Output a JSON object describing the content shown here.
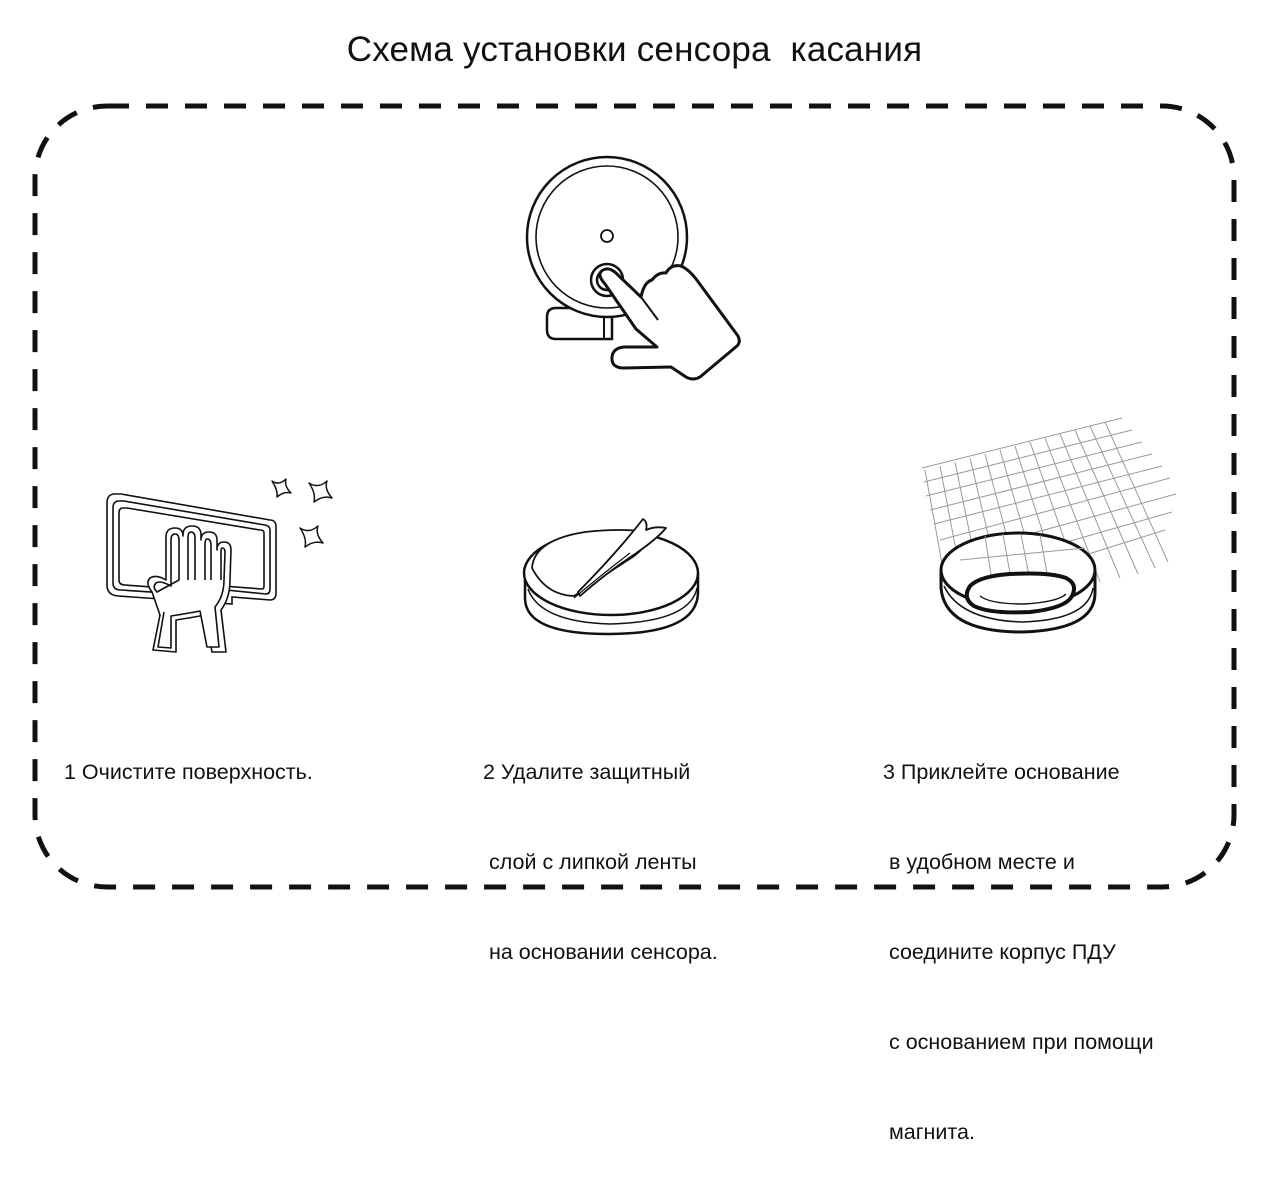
{
  "title": "Схема установки сенсора  касания",
  "steps": [
    {
      "lines": [
        "1 Очистите поверхность."
      ],
      "icon": "hand-wiping-surface-icon"
    },
    {
      "lines": [
        "2 Удалите защитный",
        " слой с липкой ленты",
        " на основании сенсора."
      ],
      "icon": "adhesive-pad-peel-icon"
    },
    {
      "lines": [
        "3 Приклейте основание",
        " в удобном месте и",
        " соедините корпус ПДУ",
        " с основанием при помощи",
        " магнита."
      ],
      "icon": "base-on-surface-icon"
    }
  ],
  "colors": {
    "line": "#111111",
    "grid": "#9a9a9a",
    "background": "#ffffff"
  }
}
